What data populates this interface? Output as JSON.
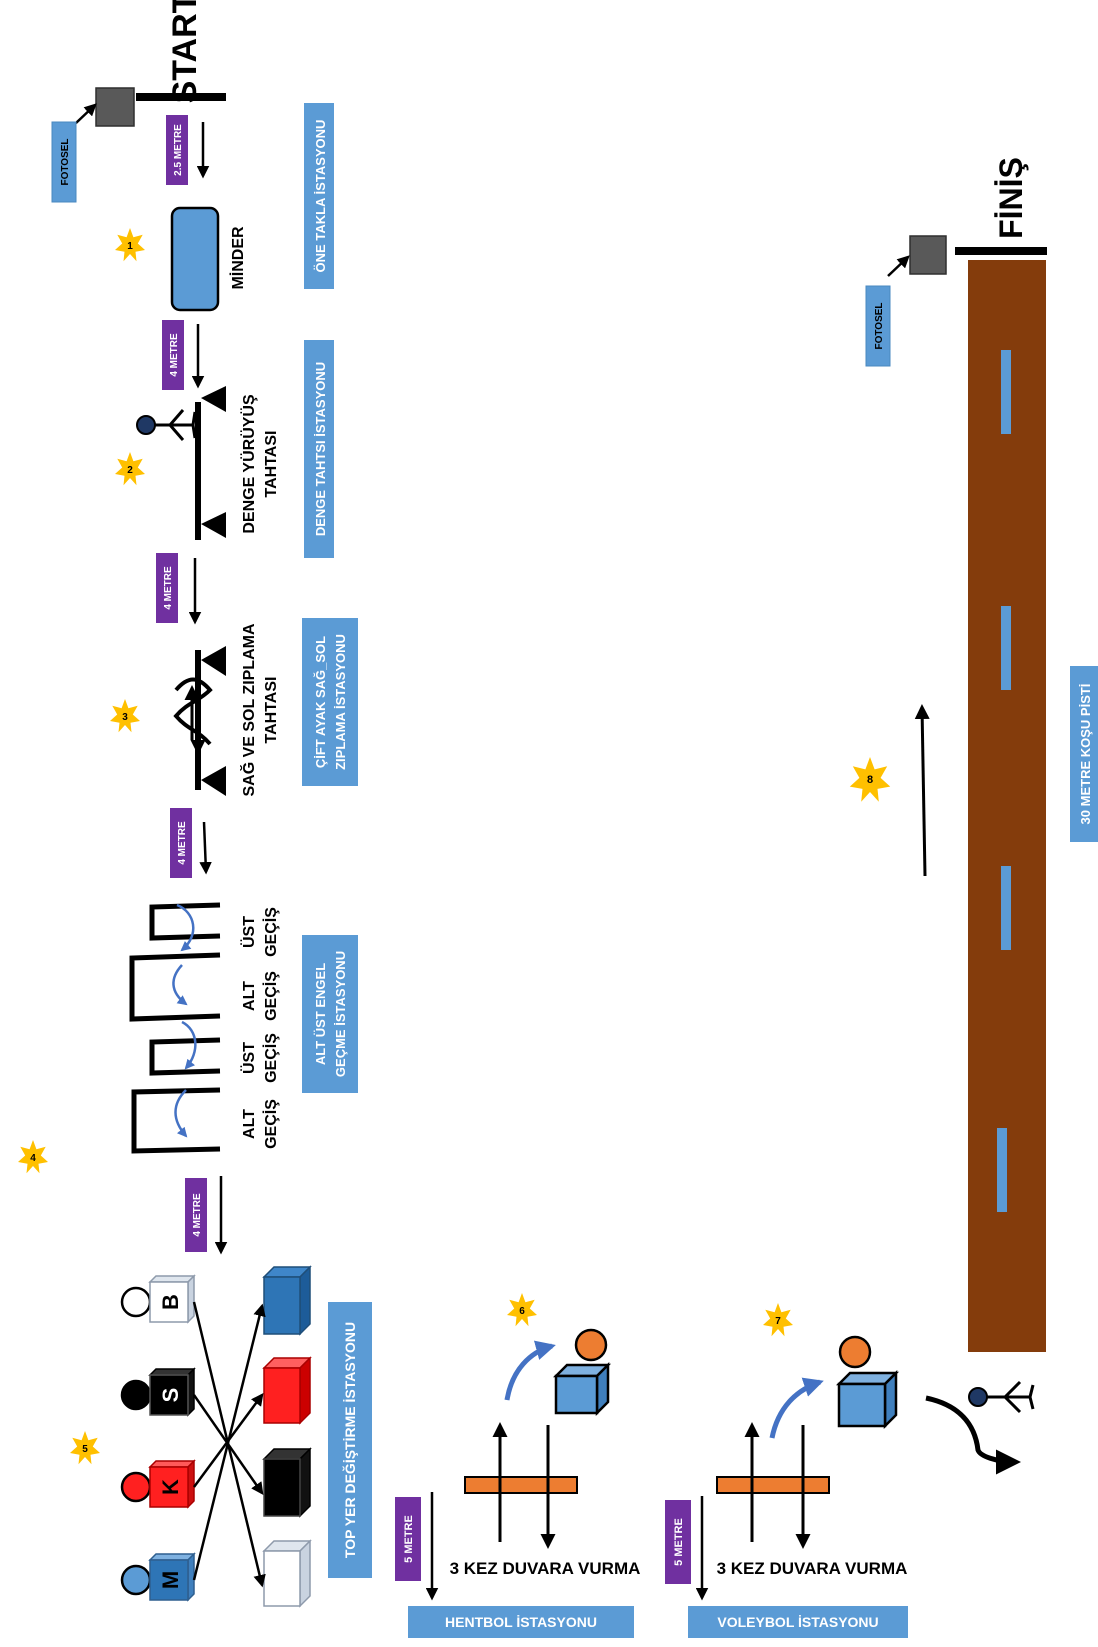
{
  "labels": {
    "start": "START",
    "finish": "FİNİŞ",
    "fotosel": "FOTOSEL",
    "minder": "MİNDER",
    "balance_beam": [
      "DENGE YÜRÜYÜŞ",
      "TAHTASI"
    ],
    "zigzag_board": [
      "SAĞ VE SOL ZIPLAMA",
      "TAHTASI"
    ],
    "alt_gecis": [
      "ALT",
      "GEÇİŞ"
    ],
    "ust_gecis": [
      "ÜST",
      "GEÇİŞ"
    ],
    "wall_hit": "3 KEZ  DUVARA  VURMA"
  },
  "distances": {
    "d1": "2.5 METRE",
    "d2": "4 METRE",
    "d3": "4 METRE",
    "d4": "4 METRE",
    "d5": "4 METRE",
    "d6": "5 METRE",
    "d7": "5 METRE"
  },
  "stations": {
    "s1": [
      "ÖNE TAKLA İSTASYONU"
    ],
    "s2": [
      "DENGE TAHTSI İSTASYONU"
    ],
    "s3": [
      "ÇİFT AYAK SAĞ_SOL",
      "ZIPLAMA İSTASYONU"
    ],
    "s4": [
      "ALT ÜST ENGEL",
      "GEÇME İSTASYONU"
    ],
    "s5": [
      "TOP YER DEĞİŞTİRME İSTASYONU"
    ],
    "s6": "HENTBOL  İSTASYONU",
    "s7": "VOLEYBOL  İSTASYONU",
    "s8": [
      "30 METRE KOŞU PİSTİ"
    ]
  },
  "stars": [
    "1",
    "2",
    "3",
    "4",
    "5",
    "6",
    "7",
    "8"
  ],
  "balls": {
    "letters": [
      "B",
      "S",
      "K",
      "M"
    ],
    "colors": [
      "#ffffff",
      "#000000",
      "#ff2020",
      "#5b9bd5"
    ]
  },
  "colors": {
    "station_box": "#5b9bd5",
    "distance_box": "#7030a0",
    "star": "#ffc000",
    "track": "#843c0c",
    "lane": "#5b9bd5",
    "orange": "#ed7d31",
    "cube_blue": "#5b9bd5",
    "sensor": "#595959"
  }
}
